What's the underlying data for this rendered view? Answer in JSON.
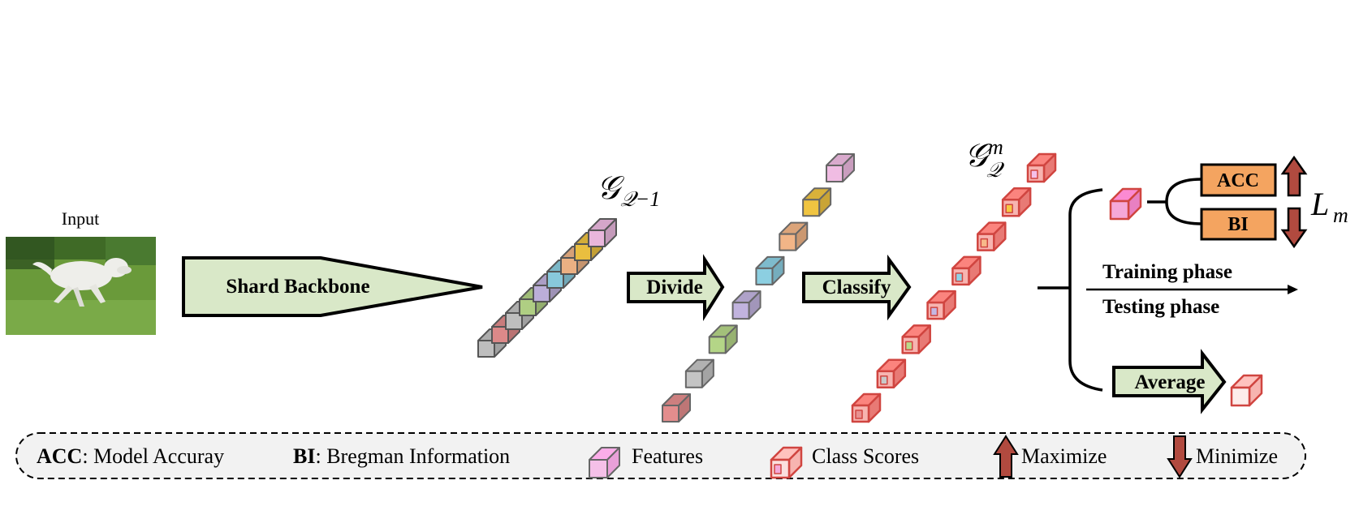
{
  "input_label": "Input",
  "backbone_label": "Shard Backbone",
  "divide_label": "Divide",
  "classify_label": "Classify",
  "average_label": "Average",
  "g_q1": {
    "base": "𝒢",
    "sub": "𝒬−1"
  },
  "g_qm": {
    "base": "𝒢",
    "sup": "m",
    "sub": "𝒬"
  },
  "acc_box": "ACC",
  "bi_box": "BI",
  "loss": {
    "base": "L",
    "sub": "m"
  },
  "training_phase": "Training phase",
  "testing_phase": "Testing phase",
  "legend": {
    "acc_abbr": "ACC",
    "acc_text": ": Model Accuray",
    "bi_abbr": "BI",
    "bi_text": ": Bregman Information",
    "features": "Features",
    "class_scores": "Class Scores",
    "maximize": "Maximize",
    "minimize": "Minimize"
  },
  "colors": {
    "arrow_fill": "#d9e8c8",
    "acc_bi_fill": "#f4a460",
    "arrow_up_down": "#b14a3f",
    "score_edge": "#d04540",
    "legend_bg": "#f2f2f2",
    "feature_colors": [
      "#f5c0e8",
      "#f5c842",
      "#f7b98a",
      "#8fd3e6",
      "#c5b7e3",
      "#b8d98a",
      "#c8c8c8",
      "#e89090"
    ]
  }
}
